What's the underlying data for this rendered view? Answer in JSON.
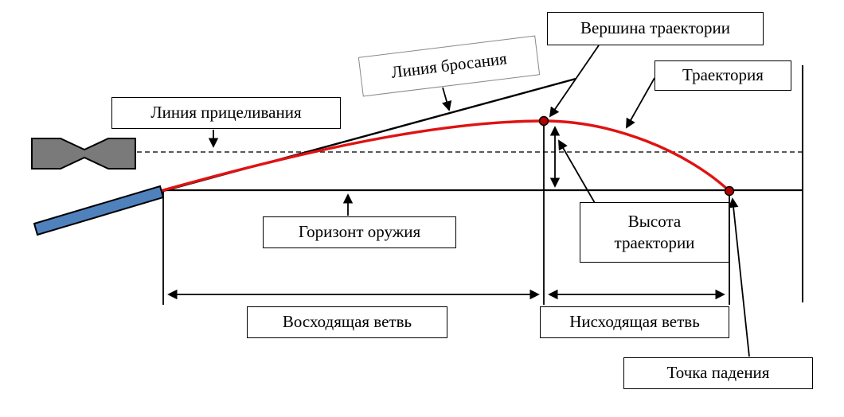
{
  "labels": {
    "apex": "Вершина траектории",
    "trajectory": "Траектория",
    "throwing_line": "Линия бросания",
    "aiming_line": "Линия прицеливания",
    "weapon_horizon": "Горизонт оружия",
    "trajectory_height": "Высота траектории",
    "ascending_branch": "Восходящая ветвь",
    "descending_branch": "Нисходящая ветвь",
    "impact_point": "Точка падения"
  },
  "colors": {
    "trajectory": "#e01212",
    "point": "#b00000",
    "barrel": "#4f81bd",
    "sight": "#7a7a7a",
    "line": "#000000"
  }
}
